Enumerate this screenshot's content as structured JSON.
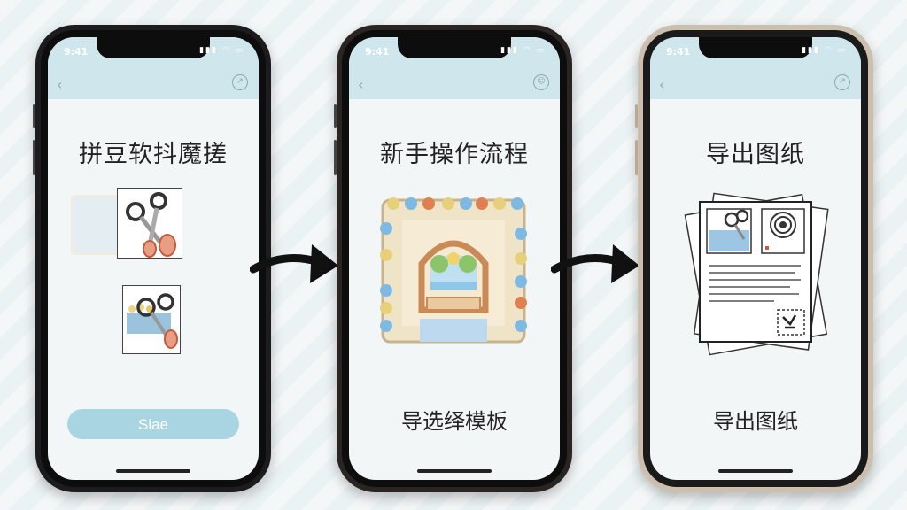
{
  "status_bar": {
    "time": "9:41"
  },
  "screens": [
    {
      "title": "拼豆软抖魔搓",
      "button_label": "Siae"
    },
    {
      "title": "新手操作流程",
      "caption": "导选绎模板"
    },
    {
      "title": "导出图纸",
      "caption": "导出图纸"
    }
  ],
  "icons": {
    "back": "chevron-left-icon",
    "share": "share-icon",
    "flow_arrow": "curved-arrow-icon"
  },
  "colors": {
    "accent": "#a9d5e3",
    "topbar": "#cfe6ec",
    "scissors_handle": "#d9674f"
  }
}
